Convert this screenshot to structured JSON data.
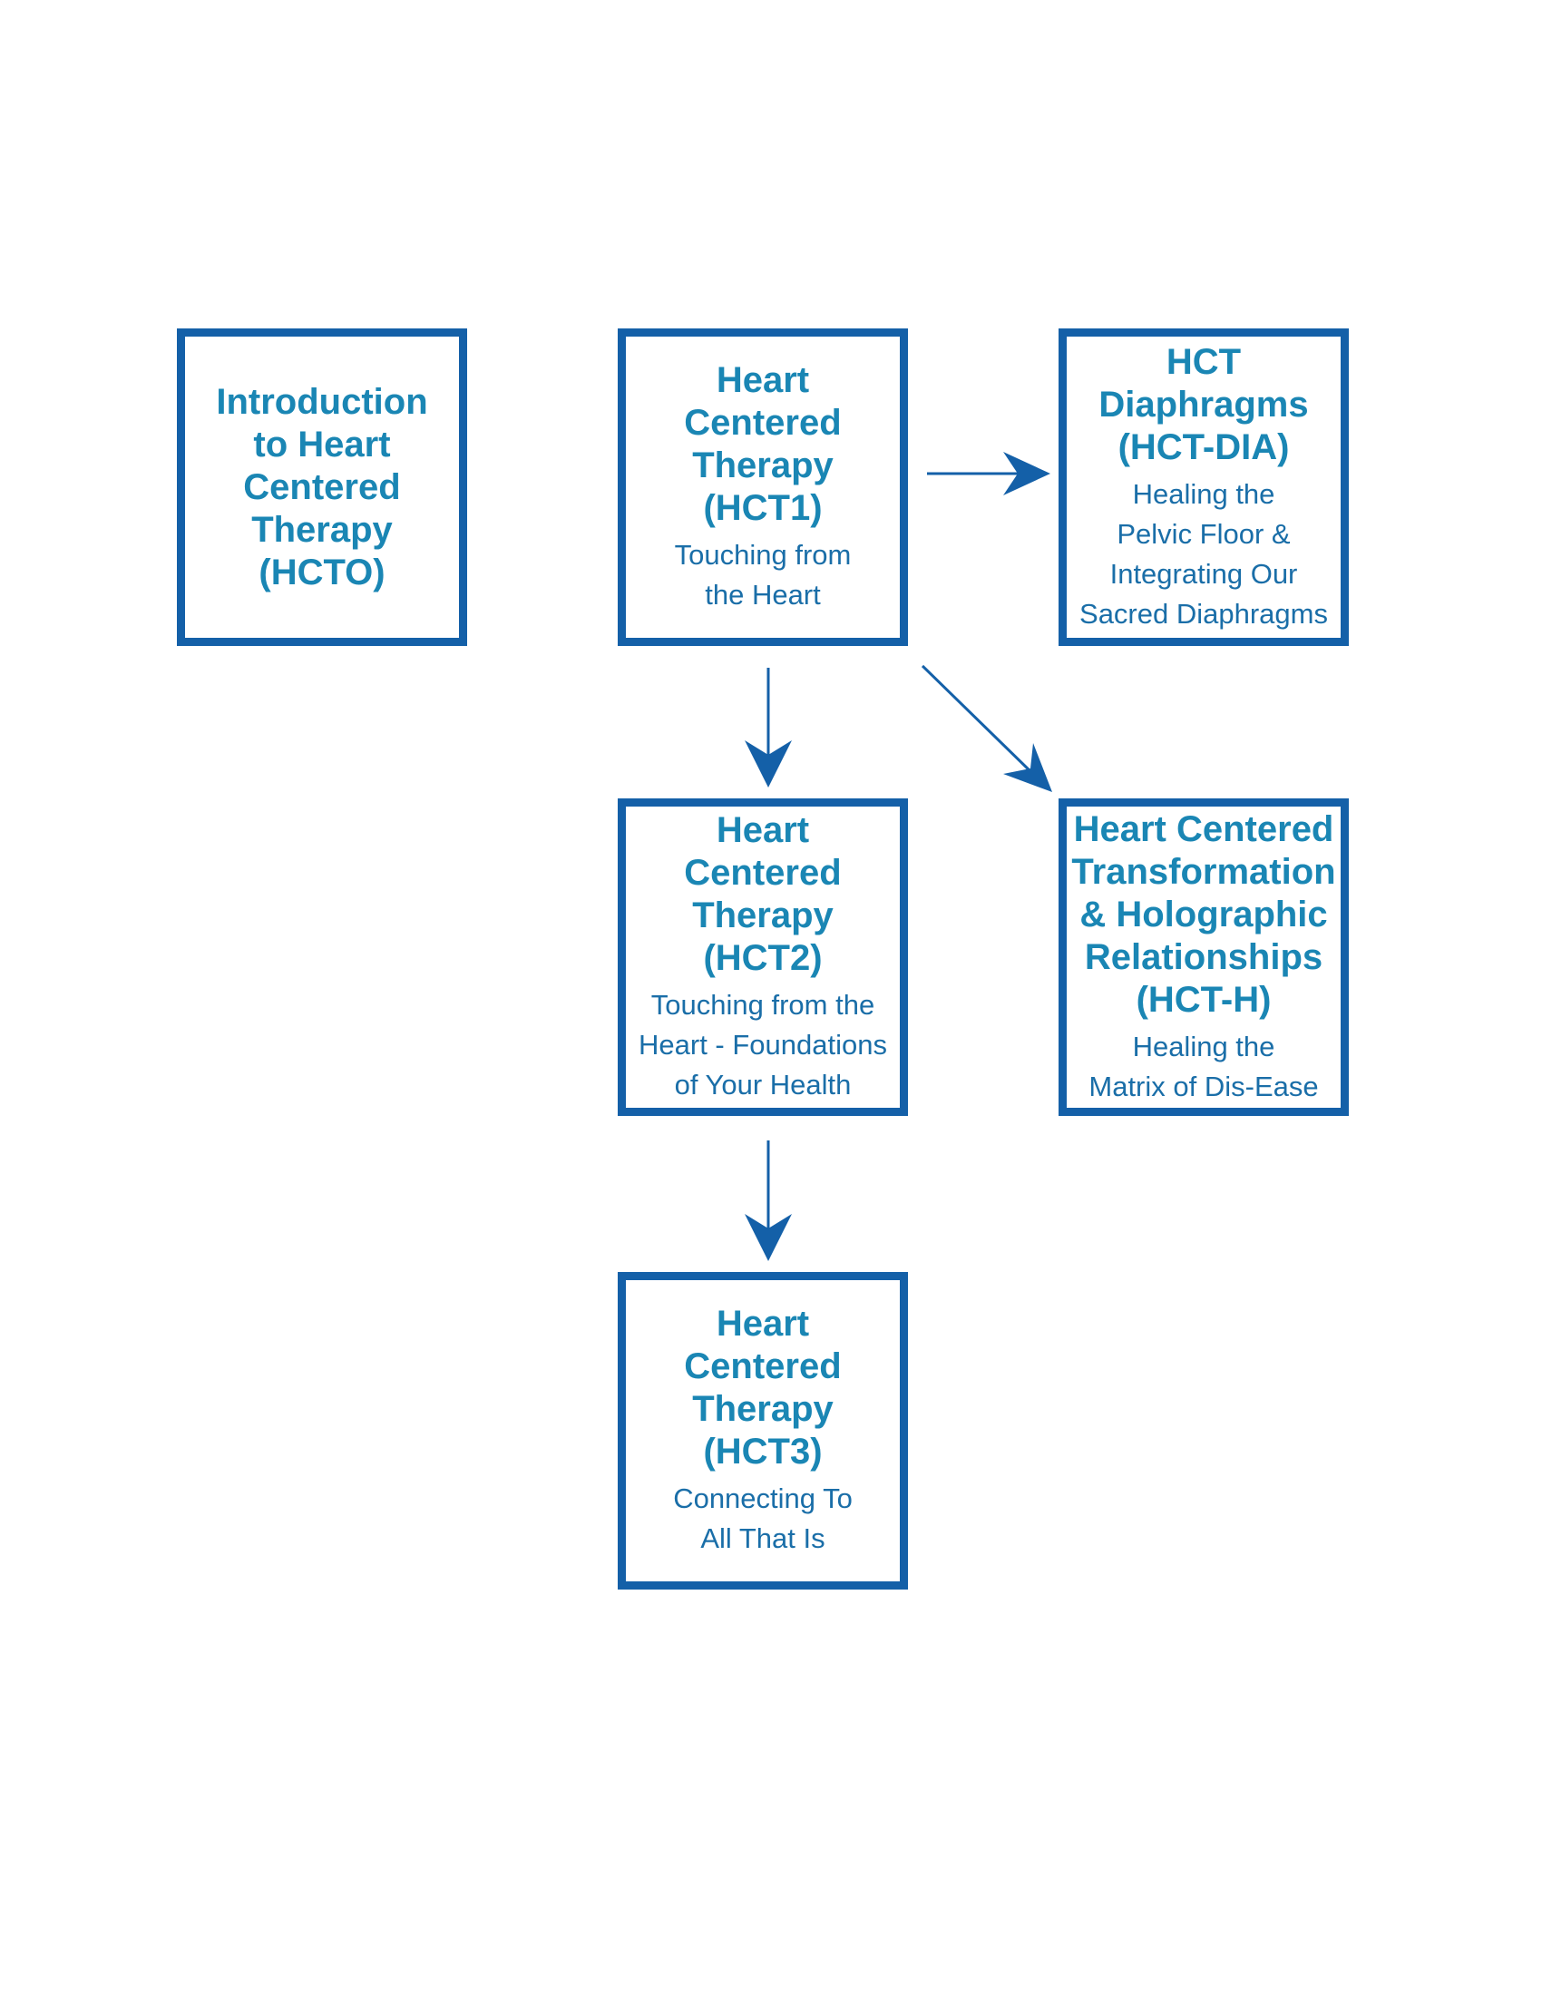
{
  "colors": {
    "border": "#1460a8",
    "title": "#1a86b4",
    "subtitle": "#1a6ea8",
    "arrow": "#1460a8"
  },
  "nodes": {
    "hcto": {
      "title": "Introduction\nto Heart\nCentered\nTherapy\n(HCTO)",
      "subtitle": ""
    },
    "hct1": {
      "title": "Heart\nCentered\nTherapy\n(HCT1)",
      "subtitle": "Touching from\nthe Heart"
    },
    "hctdia": {
      "title": "HCT\nDiaphragms\n(HCT-DIA)",
      "subtitle": "Healing the\nPelvic Floor &\nIntegrating Our\nSacred Diaphragms"
    },
    "hct2": {
      "title": "Heart\nCentered\nTherapy\n(HCT2)",
      "subtitle": "Touching from the\nHeart - Foundations\nof Your Health"
    },
    "hcth": {
      "title": "Heart Centered\nTransformation\n& Holographic\nRelationships\n(HCT-H)",
      "subtitle": "Healing the\nMatrix of Dis-Ease"
    },
    "hct3": {
      "title": "Heart\nCentered\nTherapy\n(HCT3)",
      "subtitle": "Connecting To\nAll That Is"
    }
  },
  "edges": [
    {
      "from": "HCT1",
      "to": "HCT-DIA"
    },
    {
      "from": "HCT1",
      "to": "HCT2"
    },
    {
      "from": "HCT1",
      "to": "HCT-H"
    },
    {
      "from": "HCT2",
      "to": "HCT3"
    }
  ]
}
